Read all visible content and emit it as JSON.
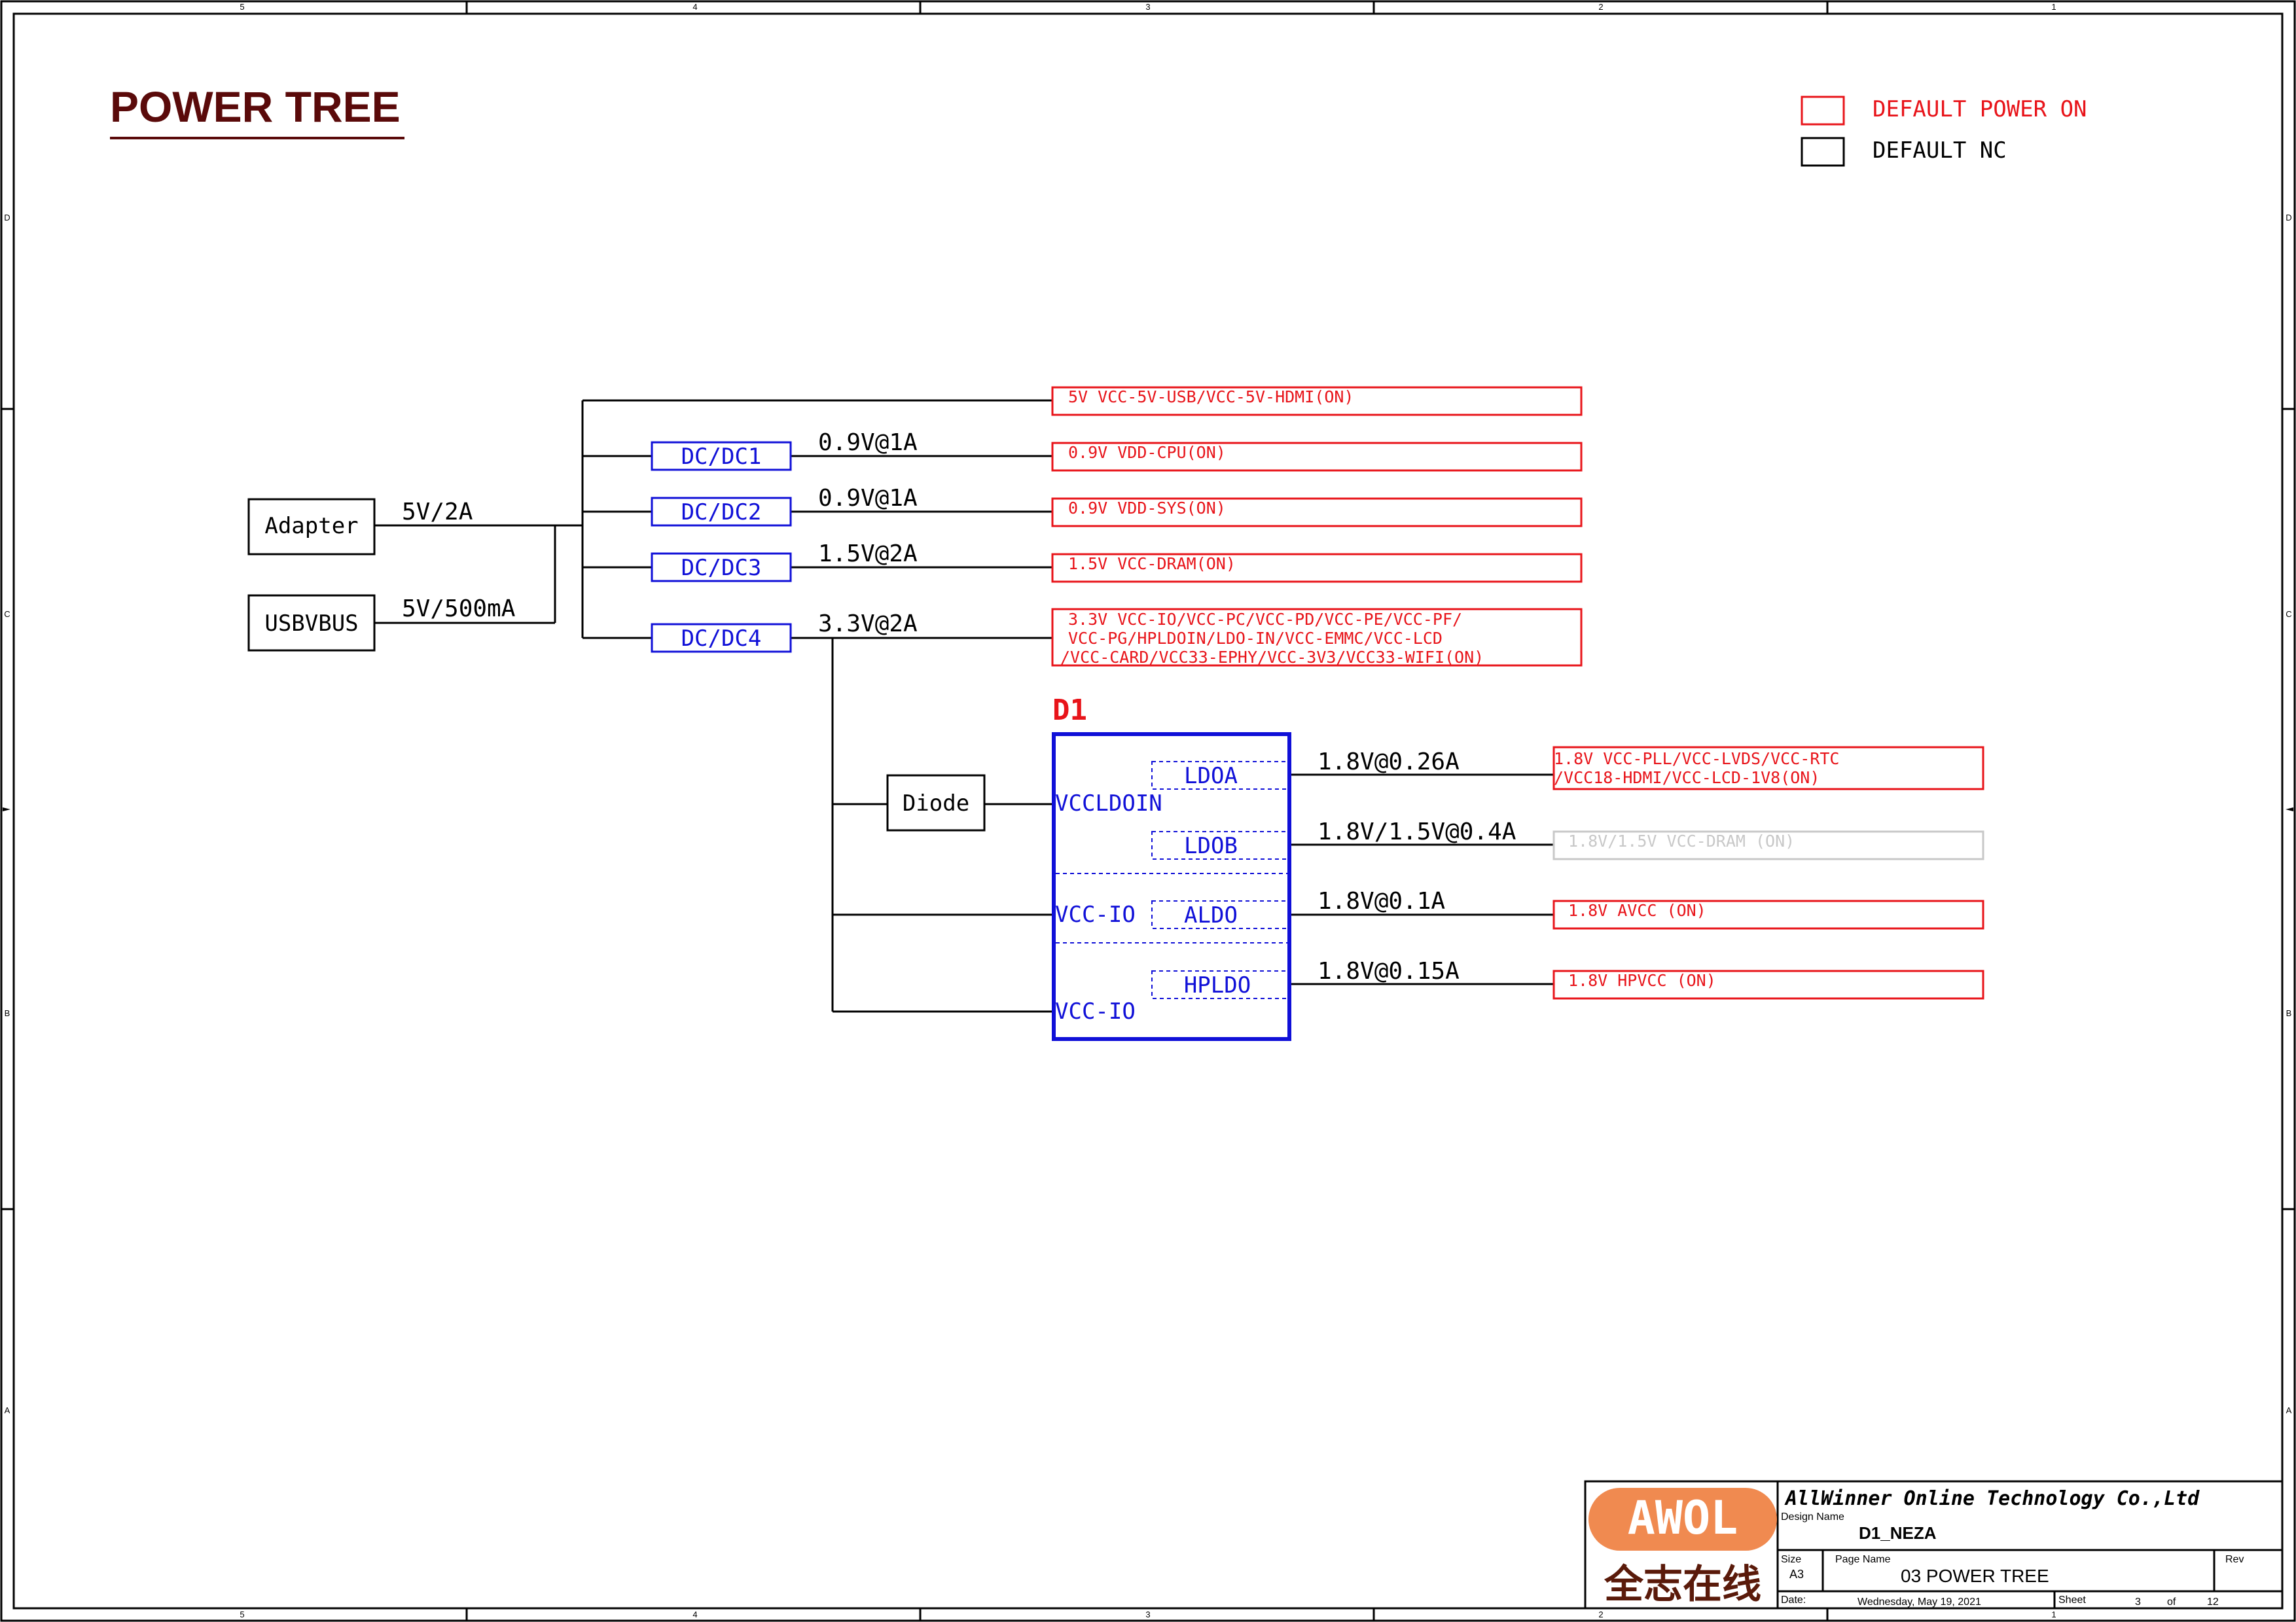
{
  "sheet": {
    "title": "POWER TREE",
    "col_markers": [
      "5",
      "4",
      "3",
      "2",
      "1"
    ],
    "row_markers": [
      "D",
      "C",
      "B",
      "A"
    ]
  },
  "legend": {
    "on_label": "DEFAULT POWER ON",
    "nc_label": "DEFAULT NC",
    "on_color": "#e8141a",
    "nc_color": "#000000"
  },
  "colors": {
    "power_on": "#e8141a",
    "nc": "#c8c8c8",
    "blue": "#1010d8",
    "title": "#5a0a0a",
    "logo": "#f08a50"
  },
  "inputs": {
    "adapter": "Adapter",
    "adapter_rating": "5V/2A",
    "usbvbus": "USBVBUS",
    "usbvbus_rating": "5V/500mA"
  },
  "converters": [
    {
      "name": "DC/DC1",
      "output": "0.9V@1A"
    },
    {
      "name": "DC/DC2",
      "output": "0.9V@1A"
    },
    {
      "name": "DC/DC3",
      "output": "1.5V@2A"
    },
    {
      "name": "DC/DC4",
      "output": "3.3V@2A"
    }
  ],
  "rails": {
    "r5v": "5V VCC-5V-USB/VCC-5V-HDMI(ON)",
    "cpu": "0.9V VDD-CPU(ON)",
    "sys": "0.9V VDD-SYS(ON)",
    "dram": "1.5V VCC-DRAM(ON)",
    "io": [
      "3.3V VCC-IO/VCC-PC/VCC-PD/VCC-PE/VCC-PF/",
      "VCC-PG/HPLDOIN/LDO-IN/VCC-EMMC/VCC-LCD",
      "/VCC-CARD/VCC33-EPHY/VCC-3V3/VCC33-WIFI(ON)"
    ]
  },
  "diode": "Diode",
  "pmic": {
    "ref": "D1",
    "pins": [
      "VCCLDOIN",
      "VCC-IO",
      "VCC-IO"
    ],
    "ldos": [
      {
        "name": "LDOA",
        "output": "1.8V@0.26A",
        "rail": [
          "1.8V VCC-PLL/VCC-LVDS/VCC-RTC",
          "/VCC18-HDMI/VCC-LCD-1V8(ON)"
        ],
        "state": "on"
      },
      {
        "name": "LDOB",
        "output": "1.8V/1.5V@0.4A",
        "rail": [
          "1.8V/1.5V VCC-DRAM (ON)"
        ],
        "state": "nc"
      },
      {
        "name": "ALDO",
        "output": "1.8V@0.1A",
        "rail": [
          "1.8V AVCC (ON)"
        ],
        "state": "on"
      },
      {
        "name": "HPLDO",
        "output": "1.8V@0.15A",
        "rail": [
          "1.8V HPVCC (ON)"
        ],
        "state": "on"
      }
    ]
  },
  "title_block": {
    "logo_text": "AWOL",
    "logo_cn": "全志在线",
    "company": "AllWinner Online Technology Co.,Ltd",
    "design_name_label": "Design Name",
    "design_name": "D1_NEZA",
    "size_label": "Size",
    "size": "A3",
    "page_name_label": "Page Name",
    "page_name": "03 POWER TREE",
    "rev_label": "Rev",
    "rev": "",
    "date_label": "Date:",
    "date": "Wednesday, May 19, 2021",
    "sheet_label": "Sheet",
    "sheet": "3",
    "of_label": "of",
    "total": "12"
  }
}
